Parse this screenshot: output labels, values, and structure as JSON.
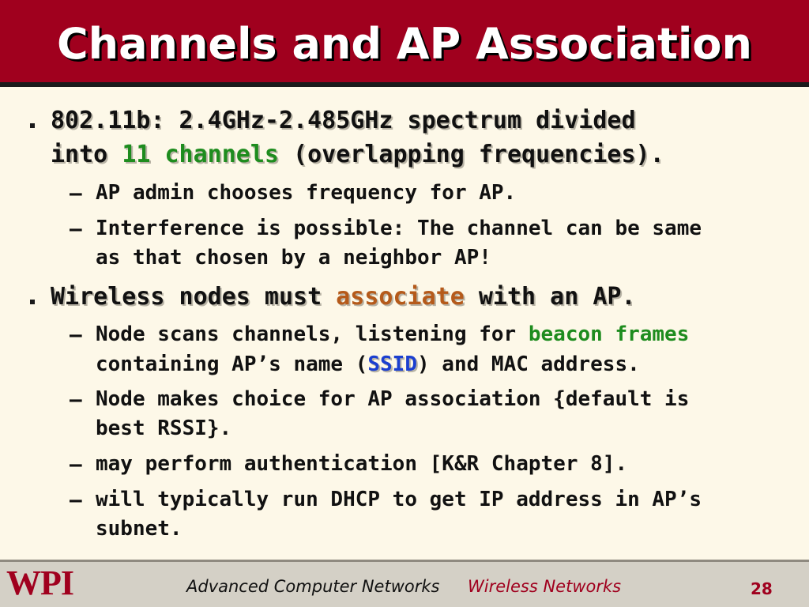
{
  "slide": {
    "title": "Channels and AP Association"
  },
  "bullets": [
    {
      "lines": [
        {
          "text": "802.11b: 2.4GHz-2.485GHz spectrum divided"
        },
        {
          "pre": "into ",
          "highlight": "11 channels",
          "post": " (overlapping frequencies)."
        }
      ],
      "sub": [
        {
          "lines": [
            "AP admin chooses frequency for AP."
          ]
        },
        {
          "lines": [
            "Interference is possible: The channel can be same",
            "as that chosen by a neighbor AP!"
          ]
        }
      ]
    },
    {
      "lines": [
        {
          "pre": "Wireless nodes must ",
          "highlight": "associate",
          "post": " with an AP."
        }
      ],
      "sub": [
        {
          "lines": [
            {
              "pre": "Node scans channels, listening for ",
              "highlight": "beacon frames"
            },
            {
              "pre": "containing AP’s name (",
              "highlight": "SSID",
              "post": ") and MAC address."
            }
          ]
        },
        {
          "lines": [
            "Node makes choice for AP association {default is",
            "best RSSI}."
          ]
        },
        {
          "lines": [
            "may perform authentication [K&R Chapter 8]."
          ]
        },
        {
          "lines": [
            "will typically run DHCP to get IP address in AP’s",
            "subnet."
          ]
        }
      ]
    }
  ],
  "footer": {
    "logo_text": "WPI",
    "course": "Advanced Computer Networks",
    "topic": "Wireless Networks",
    "page": "28"
  },
  "colors": {
    "title_bar": "#a0001e",
    "background": "#fdf8e8",
    "highlight_green": "#1e8c1e",
    "highlight_orange": "#b55a1a",
    "highlight_blue": "#1b3fd0"
  }
}
